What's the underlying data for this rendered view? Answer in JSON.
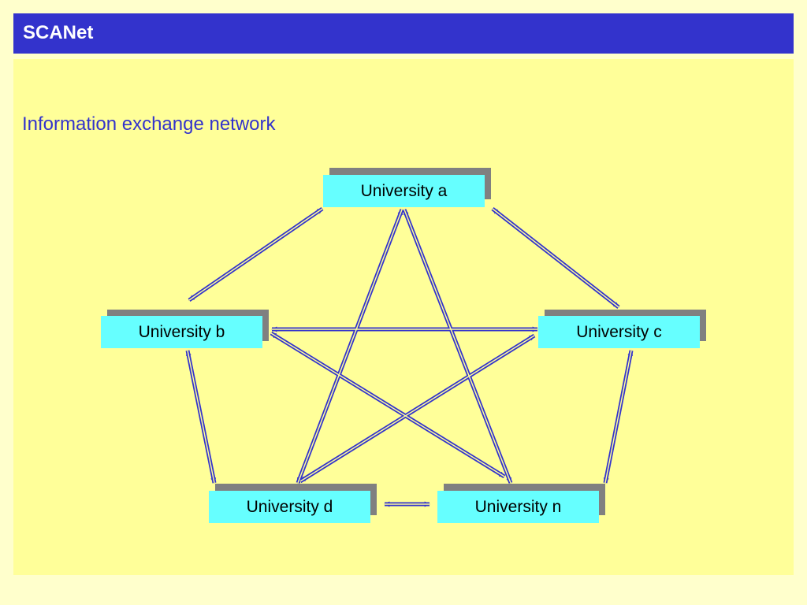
{
  "header": {
    "title": "SCANet"
  },
  "content": {
    "subtitle": "Information exchange network"
  },
  "nodes": {
    "a": "University a",
    "b": "University b",
    "c": "University c",
    "d": "University d",
    "n": "University n"
  },
  "colors": {
    "title_bar": "#3333cc",
    "background": "#ffffcc",
    "content_panel": "#ffff99",
    "node_fill": "#66ffff",
    "node_shadow": "#808080",
    "connector": "#3333cc"
  }
}
